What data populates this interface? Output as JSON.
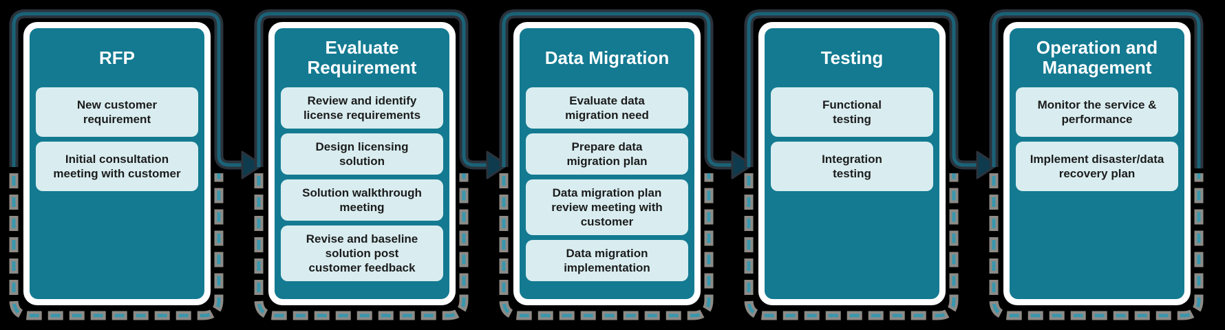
{
  "stages": [
    {
      "title": "RFP",
      "items": [
        "New customer\nrequirement",
        "Initial consultation\nmeeting with customer"
      ]
    },
    {
      "title": "Evaluate\nRequirement",
      "items": [
        "Review and identify\nlicense requirements",
        "Design licensing\nsolution",
        "Solution walkthrough\nmeeting",
        "Revise and baseline\nsolution post\ncustomer feedback"
      ]
    },
    {
      "title": "Data Migration",
      "items": [
        "Evaluate data\nmigration need",
        "Prepare data\nmigration plan",
        "Data migration plan\nreview meeting with\ncustomer",
        "Data migration\nimplementation"
      ]
    },
    {
      "title": "Testing",
      "items": [
        "Functional\ntesting",
        "Integration\ntesting"
      ]
    },
    {
      "title": "Operation and\nManagement",
      "items": [
        "Monitor the service &\nperformance",
        "Implement disaster/data\nrecovery plan"
      ]
    }
  ],
  "colors": {
    "bg": "#000000",
    "card_teal": "#137A91",
    "card_border": "#FFFFFF",
    "item_bg": "#D9EDF0",
    "item_text": "#1C1C1C",
    "title_text": "#FFFFFF",
    "line_dark": "#2B333C",
    "line_teal": "#1A6378",
    "dash_gray": "#8D8B87",
    "dash_teal": "#3997AD",
    "arrow_fill": "#0E3C4E"
  }
}
